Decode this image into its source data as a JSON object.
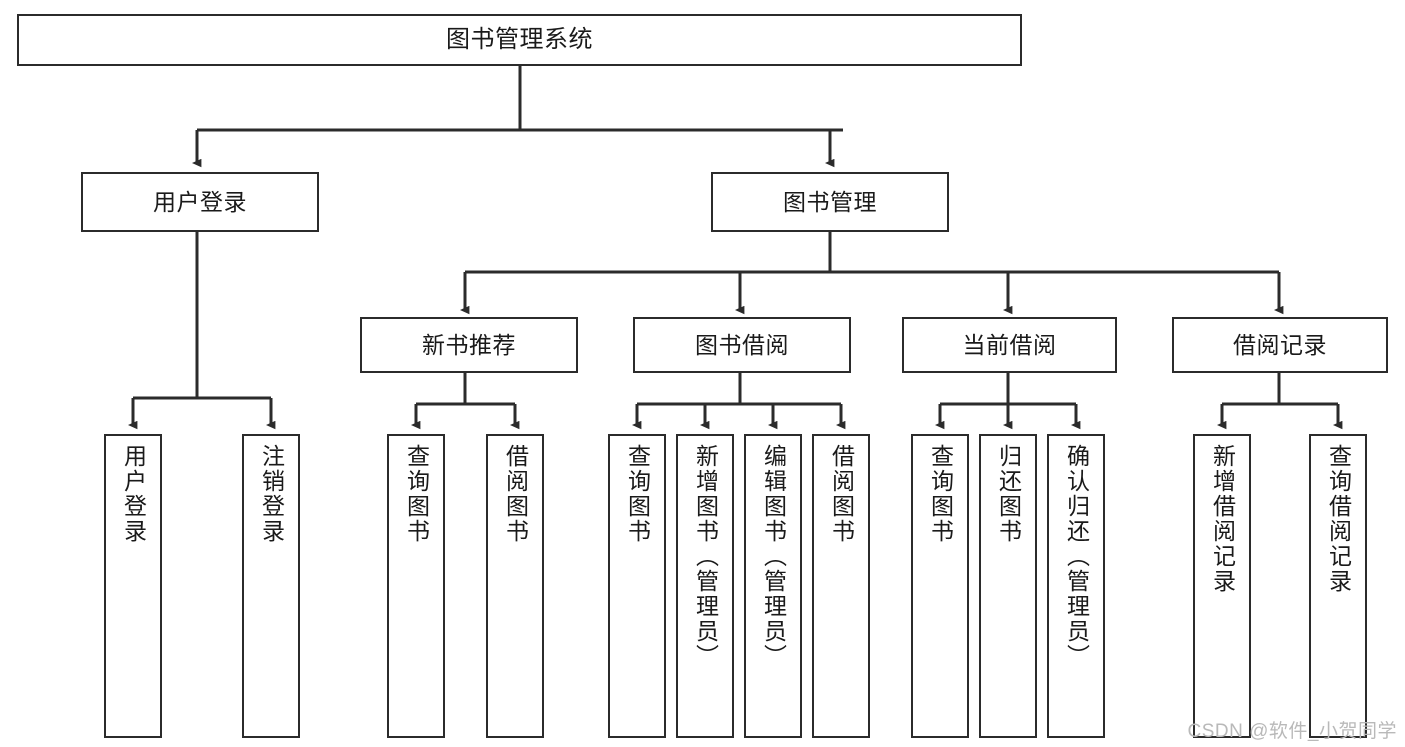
{
  "diagram": {
    "title": "图书管理系统",
    "watermark": "CSDN @软件_小贺同学",
    "colors": {
      "box_border": "#2b2b2b",
      "box_fill": "#ffffff",
      "connector": "#2b2b2b",
      "text": "#1a1a1a",
      "watermark": "#b9b9b9"
    },
    "root": {
      "label": "图书管理系统"
    },
    "level2": [
      {
        "label": "用户登录"
      },
      {
        "label": "图书管理"
      }
    ],
    "level3": [
      {
        "label": "新书推荐"
      },
      {
        "label": "图书借阅"
      },
      {
        "label": "当前借阅"
      },
      {
        "label": "借阅记录"
      }
    ],
    "leaves": {
      "user_login": [
        {
          "label": "用户登录"
        },
        {
          "label": "注销登录"
        }
      ],
      "new_book": [
        {
          "label": "查询图书"
        },
        {
          "label": "借阅图书"
        }
      ],
      "book_borrow": [
        {
          "label": "查询图书"
        },
        {
          "label": "新增图书（管理员）"
        },
        {
          "label": "编辑图书（管理员）"
        },
        {
          "label": "借阅图书"
        }
      ],
      "current_borrow": [
        {
          "label": "查询图书"
        },
        {
          "label": "归还图书"
        },
        {
          "label": "确认归还（管理员）"
        }
      ],
      "borrow_record": [
        {
          "label": "新增借阅记录"
        },
        {
          "label": "查询借阅记录"
        }
      ]
    }
  }
}
